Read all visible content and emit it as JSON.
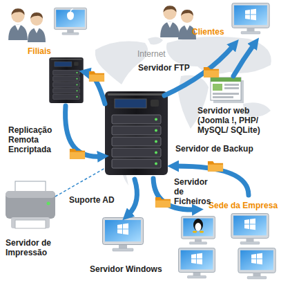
{
  "diagram": {
    "nodes": [
      {
        "text": [
          "Filiais"
        ]
      },
      {
        "text": [
          "Clientes"
        ]
      },
      {
        "text": [
          "Sede da Empresa"
        ]
      },
      {
        "text": [
          "Servidor de Impressão"
        ]
      },
      {
        "text": [
          "Servidor Windows"
        ]
      }
    ],
    "labels": [
      "Internet",
      "Servidor FTP",
      "Servidor web (Joomla !, PHP/ MySQL/ SQLite)",
      "Replicação Remota Encriptada",
      "Servidor de Backup",
      "Suporte AD",
      "Servidor de Ficheiros"
    ]
  }
}
